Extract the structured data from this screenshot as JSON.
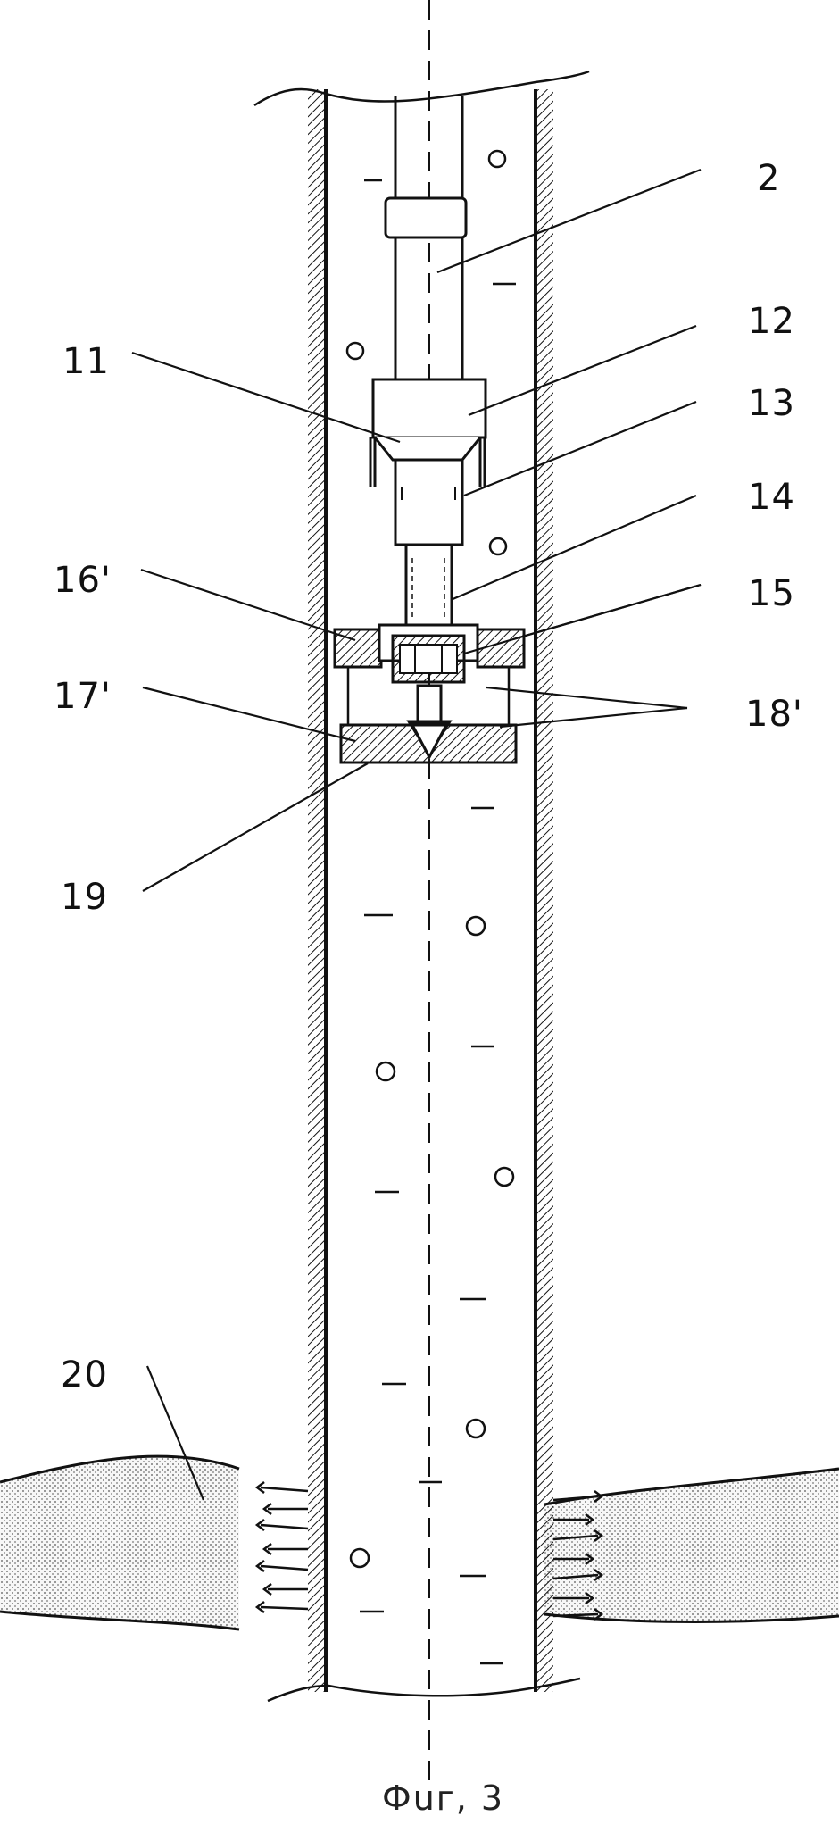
{
  "figure": {
    "caption": "Фuг, 3",
    "labels": {
      "l2": "2",
      "l11": "11",
      "l12": "12",
      "l13": "13",
      "l14": "14",
      "l15": "15",
      "l16": "16'",
      "l17": "17'",
      "l18": "18'",
      "l19": "19",
      "l20": "20"
    }
  },
  "colors": {
    "ink": "#111111",
    "formation_fill": "#f3f3f3"
  }
}
